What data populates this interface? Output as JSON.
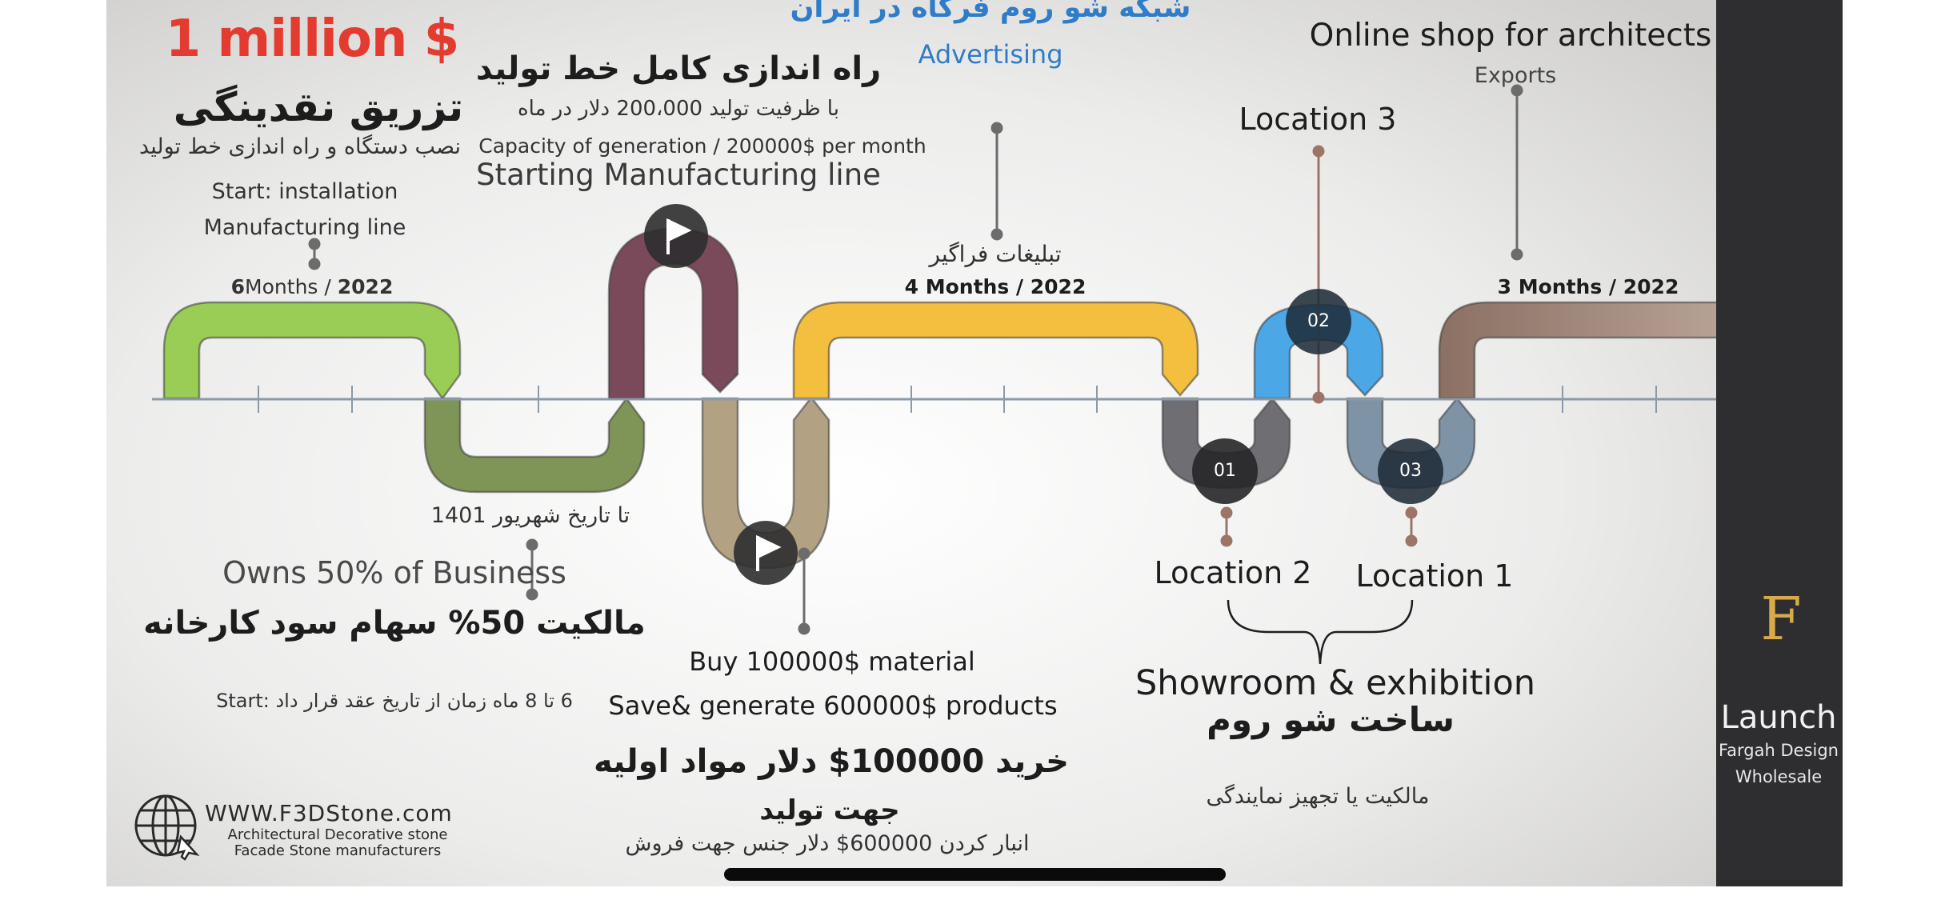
{
  "colors": {
    "green": "#9acd55",
    "olive": "#7f9457",
    "plum": "#7b4a5a",
    "tan": "#b3a184",
    "yellow": "#f4bf3e",
    "gray": "#6f6e73",
    "blue": "#4ba7e6",
    "steel": "#7f93a6",
    "brown": "#8e7467",
    "red": "#e33b2f",
    "link_blue": "#2f7cc9",
    "panel": "#2e2e30",
    "launch_green": "#8fcf55",
    "gold": "#c99a3a"
  },
  "header": {
    "funding": "1 million $",
    "funding_fa": "تزریق نقدینگی",
    "install_fa": "نصب دستگاه و  راه اندازی خط تولید",
    "start_line1": "Start: installation",
    "start_line2": "Manufacturing line",
    "showroom_network_fa": "شبکه شو روم فرگاه در ایران",
    "advertising": "Advertising",
    "online_shop": "Online shop for architects",
    "exports": "Exports"
  },
  "milestones": {
    "stage1_duration_num": "6",
    "stage1_duration_txt": "Months / ",
    "stage1_year": "2022",
    "line_setup_fa": "راه اندازی کامل خط تولید",
    "capacity_fa": "با ظرفیت تولید 200،000 دلار در ماه",
    "capacity_en": "Capacity of generation / 200000$ per month",
    "starting_line": "Starting Manufacturing line",
    "ads_fa": "تبلیغات فراگیر",
    "stage3_duration": "4 Months / 2022",
    "stage5_duration": "3 Months / 2022",
    "location3": "Location 3",
    "location2": "Location 2",
    "location1": "Location 1",
    "badge_01": "01",
    "badge_02": "02",
    "badge_03": "03"
  },
  "bottom": {
    "until_fa": "تا تاریخ شهریور  1401",
    "owns": "Owns  50% of Business",
    "owns_fa": "مالکیت 50% سهام سود کارخانه",
    "start_fa": "6 تا 8 ماه زمان از تاریخ عقد قرار داد  :Start",
    "buy": "Buy 100000$ material",
    "save": "Save& generate  600000$ products",
    "buy_fa": "خرید 100000$ دلار   مواد اولیه",
    "for_production_fa": "جهت تولید",
    "storage_fa": "انبار کردن 600000$ دلار جنس جهت فروش",
    "showroom": "Showroom & exhibition",
    "showroom_fa": "ساخت شو روم",
    "ownership_fa": "مالکیت یا  تجهیز  نمایندگی"
  },
  "brand": {
    "website": "WWW.F3DStone.com",
    "tagline1": "Architectural Decorative stone",
    "tagline2": "Facade Stone manufacturers",
    "globe_icon": "globe-icon"
  },
  "side_panel": {
    "launch": "Launch",
    "company1": "Fargah Design",
    "company2": "Wholesale",
    "logo_letter": "F",
    "flag_icon": "flag-icon",
    "logo_icon": "crown-logo-icon"
  }
}
